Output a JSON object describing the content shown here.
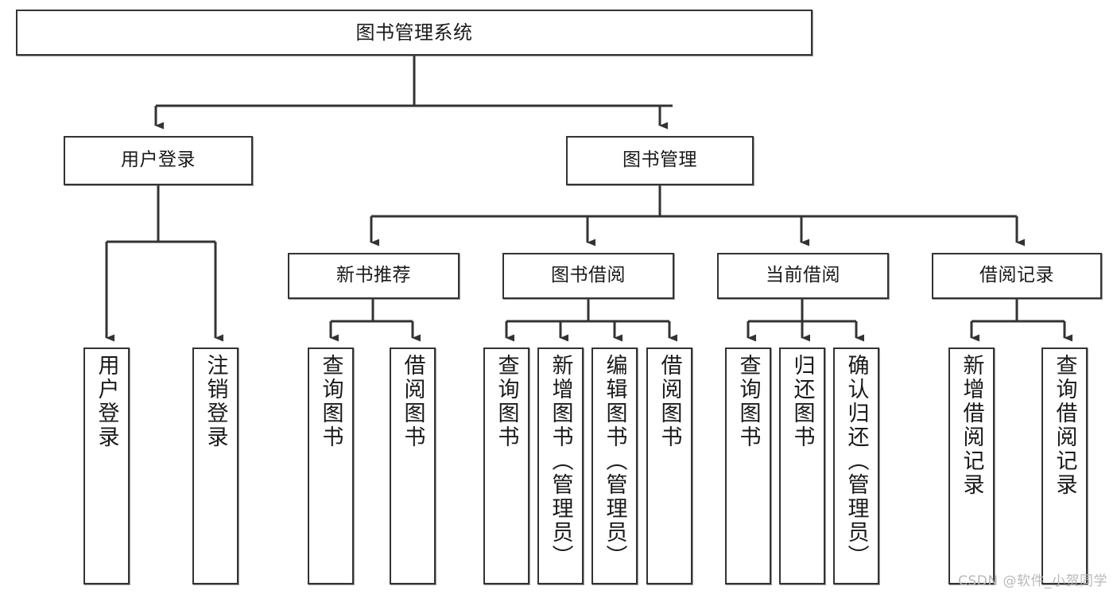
{
  "diagram": {
    "title": "图书管理系统",
    "type": "tree-hierarchy",
    "watermark": "CSDN @软件_小贺同学",
    "colors": {
      "node_border": "#333333",
      "node_fill": "#ffffff",
      "edge": "#333333",
      "text": "#1a1a1a",
      "watermark": "#b9b9b9",
      "background": "#ffffff"
    }
  },
  "nodes": {
    "root": {
      "label": "图书管理系统",
      "level": 1,
      "orientation": "horizontal"
    },
    "l2": [
      {
        "id": "user-login",
        "label": "用户登录",
        "level": 2,
        "orientation": "horizontal"
      },
      {
        "id": "book-manage",
        "label": "图书管理",
        "level": 2,
        "orientation": "horizontal"
      }
    ],
    "l3": [
      {
        "id": "new-book-rec",
        "label": "新书推荐",
        "level": 3,
        "orientation": "horizontal",
        "parent": "book-manage"
      },
      {
        "id": "book-borrow",
        "label": "图书借阅",
        "level": 3,
        "orientation": "horizontal",
        "parent": "book-manage"
      },
      {
        "id": "current-borrow",
        "label": "当前借阅",
        "level": 3,
        "orientation": "horizontal",
        "parent": "book-manage"
      },
      {
        "id": "borrow-record",
        "label": "借阅记录",
        "level": 3,
        "orientation": "horizontal",
        "parent": "book-manage"
      }
    ],
    "leaves": [
      {
        "id": "leaf-user-login",
        "label": "用户登录",
        "parent": "user-login"
      },
      {
        "id": "leaf-logout-login",
        "label": "注销登录",
        "parent": "user-login"
      },
      {
        "id": "leaf-query-book-1",
        "label": "查询图书",
        "parent": "new-book-rec"
      },
      {
        "id": "leaf-borrow-book-1",
        "label": "借阅图书",
        "parent": "new-book-rec"
      },
      {
        "id": "leaf-query-book-2",
        "label": "查询图书",
        "parent": "book-borrow"
      },
      {
        "id": "leaf-add-book",
        "label": "新增图书（管理员）",
        "parent": "book-borrow"
      },
      {
        "id": "leaf-edit-book",
        "label": "编辑图书（管理员）",
        "parent": "book-borrow"
      },
      {
        "id": "leaf-borrow-book-2",
        "label": "借阅图书",
        "parent": "book-borrow"
      },
      {
        "id": "leaf-query-book-3",
        "label": "查询图书",
        "parent": "current-borrow"
      },
      {
        "id": "leaf-return-book",
        "label": "归还图书",
        "parent": "current-borrow"
      },
      {
        "id": "leaf-confirm-return",
        "label": "确认归还（管理员）",
        "parent": "current-borrow"
      },
      {
        "id": "leaf-add-record",
        "label": "新增借阅记录",
        "parent": "borrow-record"
      },
      {
        "id": "leaf-query-record",
        "label": "查询借阅记录",
        "parent": "borrow-record"
      }
    ]
  }
}
